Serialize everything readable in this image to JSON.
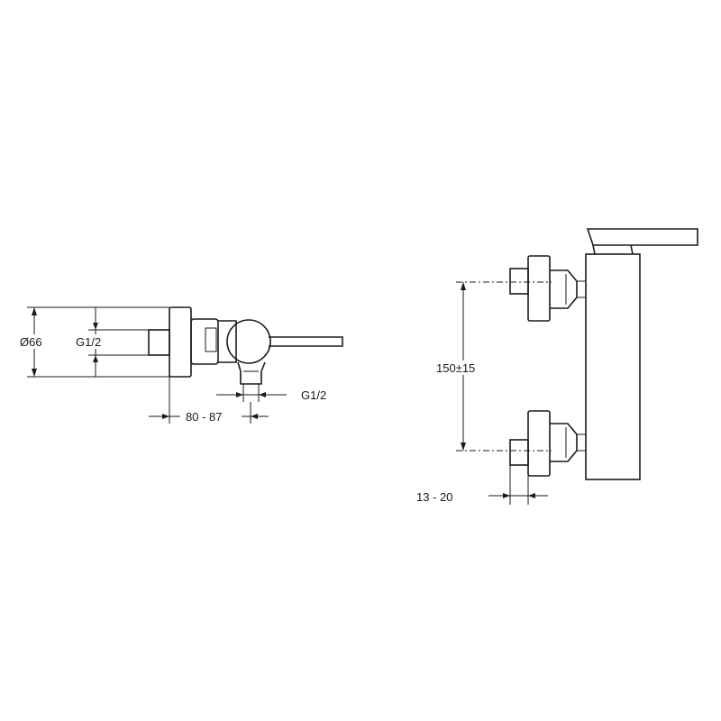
{
  "side_view": {
    "diameter_label": "Ø66",
    "inlet_thread_label": "G1/2",
    "outlet_thread_label": "G1/2",
    "depth_label": "80 - 87"
  },
  "front_view": {
    "center_distance_label": "150±15",
    "offset_label": "13 - 20"
  },
  "colors": {
    "line": "#1a1a1a",
    "background": "#ffffff"
  }
}
